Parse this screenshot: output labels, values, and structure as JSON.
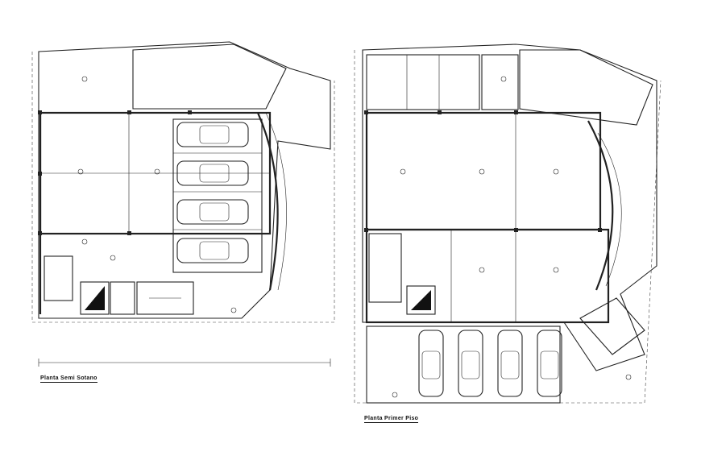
{
  "drawing": {
    "left_plan": {
      "title": "Planta Semi Sotano"
    },
    "right_plan": {
      "title": "Planta Primer Piso"
    }
  },
  "colors": {
    "line": "#222222",
    "background": "#ffffff"
  },
  "left_plan_cars": [
    {
      "id": 1
    },
    {
      "id": 2
    },
    {
      "id": 3
    },
    {
      "id": 4
    }
  ],
  "right_plan_cars": [
    {
      "id": 1
    },
    {
      "id": 2
    },
    {
      "id": 3
    },
    {
      "id": 4
    }
  ]
}
